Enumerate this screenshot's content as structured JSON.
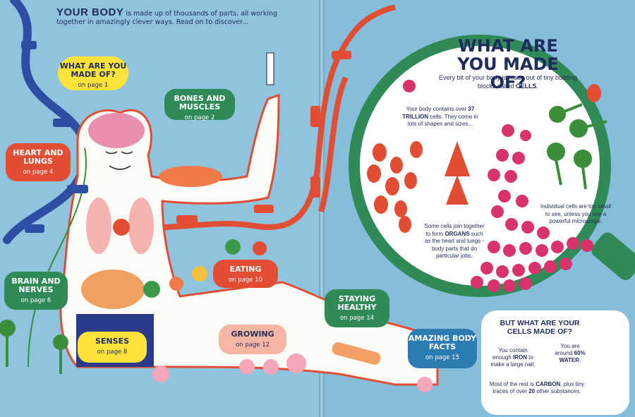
{
  "intro": {
    "heading": "YOUR BODY",
    "text": " is made up of thousands of parts, all working together in amazingly clever ways. Read on to discover..."
  },
  "sections": {
    "made_of": {
      "title": "WHAT ARE YOU MADE OF?",
      "page": "on page 1"
    },
    "bones": {
      "title": "BONES AND MUSCLES",
      "page": "on page 2"
    },
    "heart": {
      "title": "HEART AND LUNGS",
      "page": "on page 4"
    },
    "brain": {
      "title": "BRAIN AND NERVES",
      "page": "on page 6"
    },
    "senses": {
      "title": "SENSES",
      "page": "on page 8"
    },
    "eating": {
      "title": "EATING",
      "page": "on page 10"
    },
    "growing": {
      "title": "GROWING",
      "page": "on page 12"
    },
    "healthy": {
      "title": "STAYING HEALTHY",
      "page": "on page 14"
    },
    "facts": {
      "title": "AMAZING BODY FACTS",
      "page": "on page 15"
    }
  },
  "lens": {
    "title": "WHAT ARE YOU MADE OF?",
    "subtitle_pre": "Every bit of your body is made out of tiny building blocks called ",
    "subtitle_em": "CELLS",
    "subtitle_post": ".",
    "cells_pre": "Your body contains over ",
    "cells_em": "37 TRILLION",
    "cells_post": " cells. They come in lots of shapes and sizes...",
    "organs_pre": "Some cells join together to form ",
    "organs_em": "ORGANS",
    "organs_post": " such as the heart and lungs - body parts that do particular jobs.",
    "micro": "Individual cells are too small to see, unless you use a powerful microscope."
  },
  "card": {
    "title": "BUT WHAT ARE YOUR CELLS MADE OF?",
    "iron_pre": "You contain enough ",
    "iron_em": "IRON",
    "iron_post": " to make a large nail.",
    "water_pre": "You are around ",
    "water_em": "60% WATER",
    "water_post": ".",
    "carbon_pre": "Most of the rest is ",
    "carbon_em": "CARBON",
    "carbon_mid": ", plus tiny traces of over ",
    "carbon_em2": "20",
    "carbon_post": " other substances."
  },
  "colors": {
    "accent_red": "#e24e34",
    "cell_pink": "#e0457a",
    "road_blue": "#2c4fa3",
    "tissue_green": "#3a8d3a"
  }
}
